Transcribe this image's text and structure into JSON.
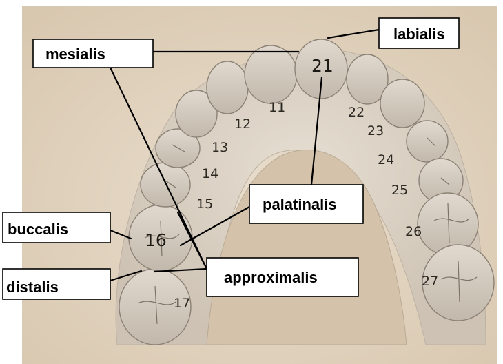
{
  "labels": {
    "labialis": "labialis",
    "mesialis": "mesialis",
    "palatinalis": "palatinalis",
    "buccalis": "buccalis",
    "distalis": "distalis",
    "approximalis": "approximalis"
  },
  "tooth_numbers": {
    "t11": "11",
    "t12": "12",
    "t13": "13",
    "t14": "14",
    "t15": "15",
    "t16": "16",
    "t17": "17",
    "t21": "21",
    "t22": "22",
    "t23": "23",
    "t24": "24",
    "t25": "25",
    "t26": "26",
    "t27": "27"
  },
  "colors": {
    "background": "#e3d6c3",
    "palate": "#d9cfc1",
    "tooth": "#cfc6bb",
    "label_border": "#000000"
  }
}
